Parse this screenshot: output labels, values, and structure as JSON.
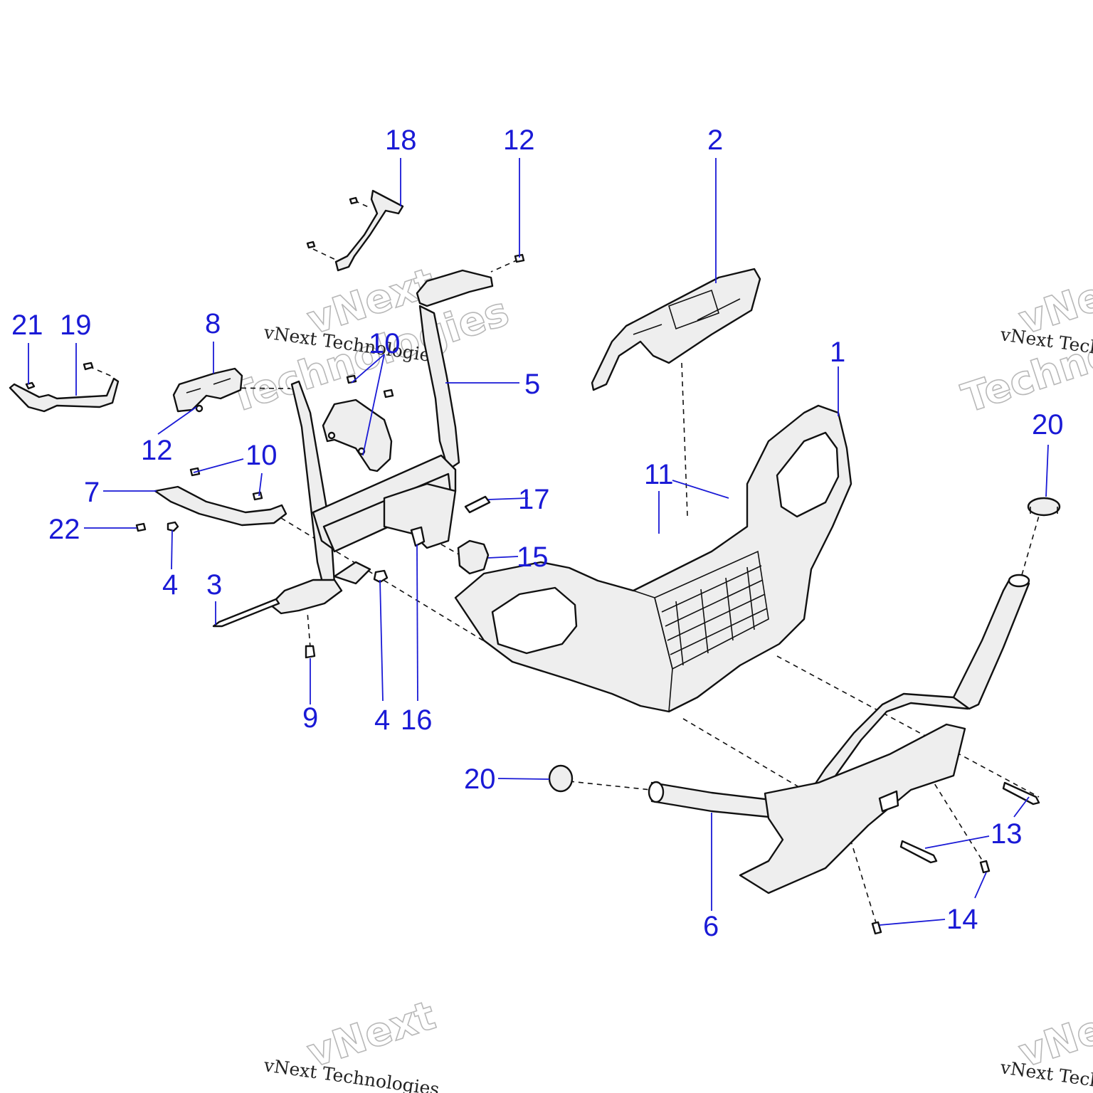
{
  "watermark": {
    "company": "vNext Technologies",
    "word1": "vNext",
    "word2": "Technologies"
  },
  "callouts": {
    "c1": "1",
    "c2": "2",
    "c3": "3",
    "c4a": "4",
    "c4b": "4",
    "c5": "5",
    "c6": "6",
    "c7": "7",
    "c8": "8",
    "c9": "9",
    "c10a": "10",
    "c10b": "10",
    "c11": "11",
    "c12a": "12",
    "c12b": "12",
    "c13": "13",
    "c14": "14",
    "c15": "15",
    "c16": "16",
    "c17": "17",
    "c18": "18",
    "c19": "19",
    "c20a": "20",
    "c20b": "20",
    "c21": "21",
    "c22": "22"
  },
  "colors": {
    "callout": "#1a1ad6",
    "line": "#111111",
    "part_fill": "#eeeeee"
  }
}
